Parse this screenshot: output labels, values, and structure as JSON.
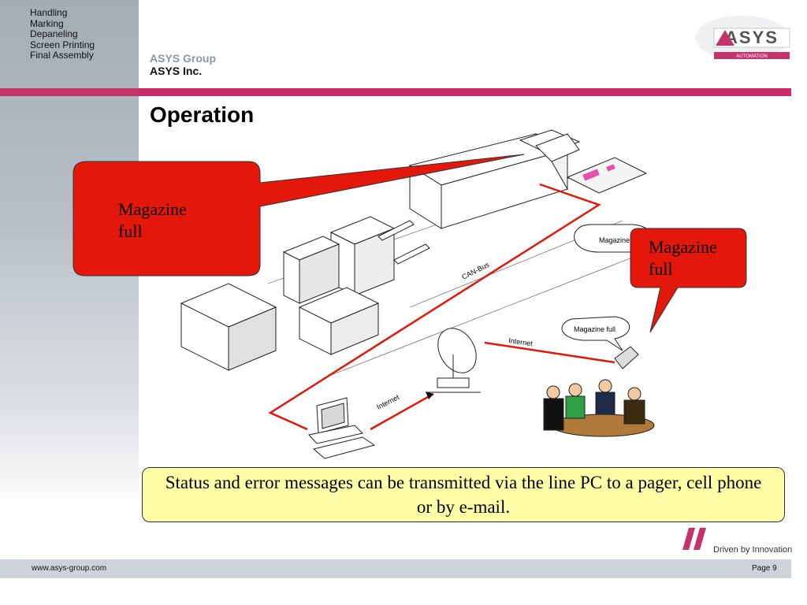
{
  "sidebar": {
    "items": [
      {
        "label": "Handling"
      },
      {
        "label": "Marking"
      },
      {
        "label": "Depaneling"
      },
      {
        "label": "Screen Printing"
      },
      {
        "label": "Final Assembly"
      }
    ]
  },
  "brand": {
    "group": "ASYS Group",
    "inc": "ASYS Inc."
  },
  "logo": {
    "text": "ASYS",
    "tag": "AUTOMATION",
    "accent": "#c5336b",
    "dark": "#555555"
  },
  "page": {
    "title": "Operation"
  },
  "diagram": {
    "callout_left": "Magazine full",
    "callout_right": "Magazine full",
    "bubble_top": "Magazine",
    "bubble_phone": "Magazine full",
    "can_bus": "CAN-Bus",
    "internet_upper": "Internet",
    "internet_lower": "Internet"
  },
  "status": {
    "text": "Status and error messages can be transmitted via the line PC to a pager, cell phone or by e-mail."
  },
  "footer": {
    "url": "www.asys-group.com",
    "page": "Page 9",
    "tagline": "Driven by Innovation"
  },
  "colors": {
    "red": "#e3170a",
    "magenta": "#c5336b",
    "yellow": "#ffffa8"
  }
}
